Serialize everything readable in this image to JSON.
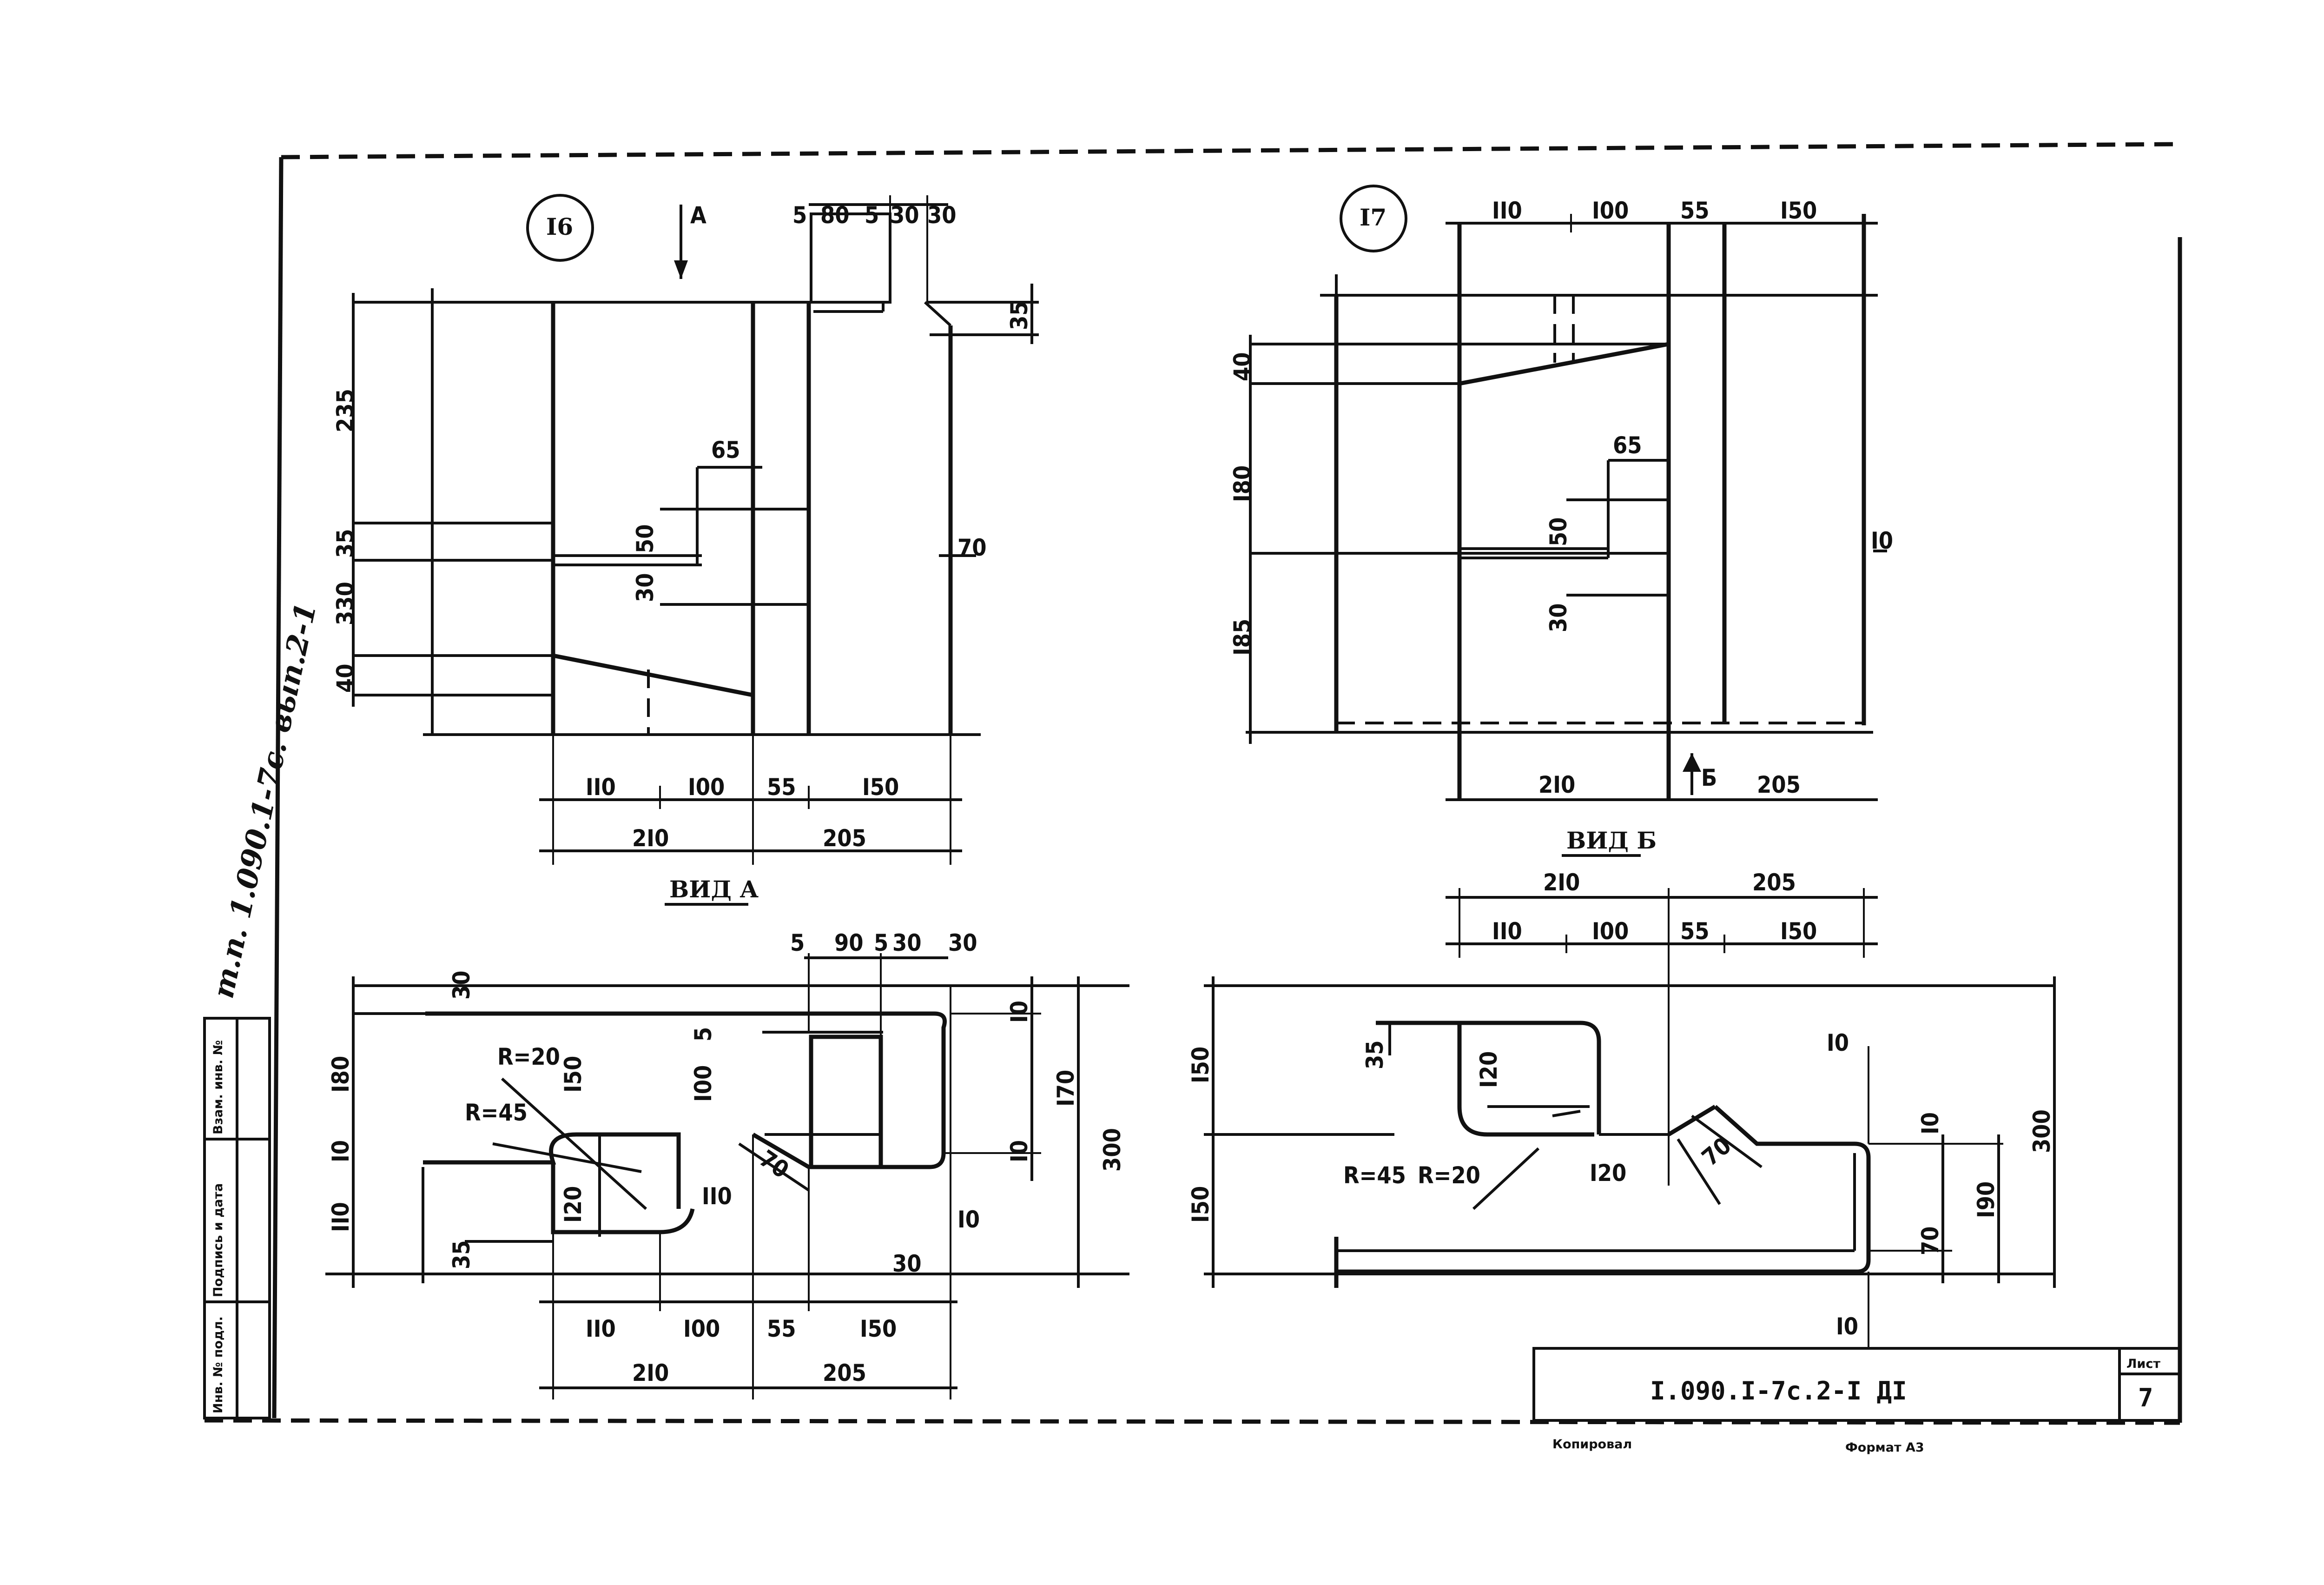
{
  "sheet": {
    "doc_code": "I.090.I-7c.2-I ДI",
    "sheet_label": "Лист",
    "sheet_number": "7",
    "copied": "Копировал",
    "format": "Формат А3",
    "side_note": "т.п. 1.090.1-7с. вып.2-1"
  },
  "side_stamp": [
    "Инв. № подл.",
    "Подпись и дата",
    "Взам. инв. №"
  ],
  "views": {
    "node16": "I6",
    "node17": "I7",
    "arrow_a": "A",
    "arrow_b": "Б",
    "vid_a": "ВИД А",
    "vid_b": "ВИД Б"
  },
  "dims": {
    "n16": {
      "top": [
        "5",
        "80",
        "5",
        "30",
        "30"
      ],
      "right_35": "35",
      "right_70": "70",
      "left": [
        "235",
        "35",
        "330",
        "40"
      ],
      "inner_65": "65",
      "inner_50": "50",
      "inner_30": "30",
      "bottom1": [
        "II0",
        "I00",
        "55",
        "I50"
      ],
      "bottom2": [
        "2I0",
        "205"
      ]
    },
    "n17": {
      "top": [
        "II0",
        "I00",
        "55",
        "I50"
      ],
      "left": [
        "40",
        "I80",
        "I85"
      ],
      "inner_65": "65",
      "inner_50": "50",
      "inner_30": "30",
      "right_10": "I0",
      "bottom": [
        "2I0",
        "205"
      ]
    },
    "va": {
      "top": [
        "5",
        "90",
        "5",
        "30",
        "30"
      ],
      "left": [
        "30",
        "I80",
        "I0",
        "II0",
        "35"
      ],
      "r20": "R=20",
      "r45": "R=45",
      "i50": "I50",
      "i00": "I00",
      "s5": "5",
      "i20": "I20",
      "i10": "II0",
      "d70": "70",
      "right": [
        "I0",
        "I70",
        "I0",
        "300"
      ],
      "r10b": "I0",
      "r30": "30",
      "bottom1": [
        "II0",
        "I00",
        "55",
        "I50"
      ],
      "bottom2": [
        "2I0",
        "205"
      ]
    },
    "vb": {
      "top1": [
        "2I0",
        "205"
      ],
      "top2": [
        "II0",
        "I00",
        "55",
        "I50"
      ],
      "left": [
        "I50",
        "I50"
      ],
      "d35": "35",
      "i20": "I20",
      "i20b": "I20",
      "r45": "R=45",
      "r20": "R=20",
      "d70": "70",
      "right": [
        "I0",
        "I0",
        "I90",
        "70",
        "300",
        "I0"
      ]
    }
  }
}
